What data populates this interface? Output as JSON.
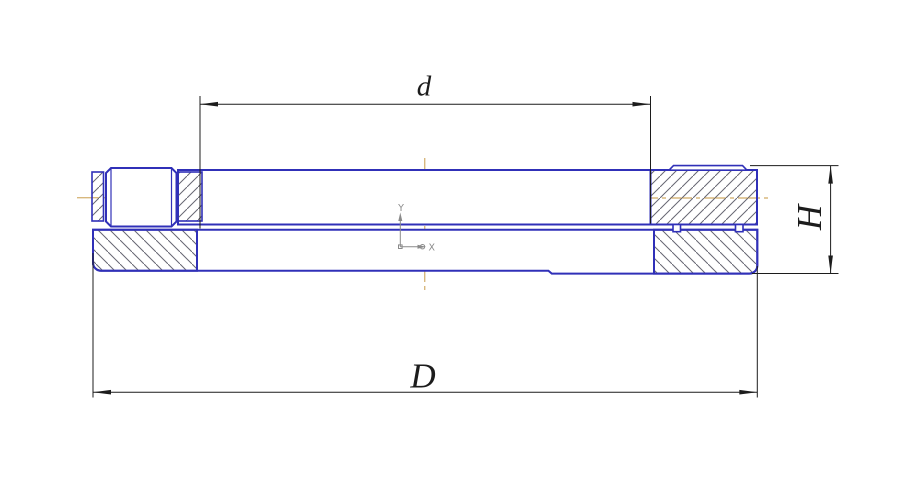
{
  "drawing": {
    "dimension_labels": {
      "bore": "d",
      "outer": "D",
      "height": "H"
    },
    "origin_axes": {
      "x": "X",
      "y": "Y"
    },
    "colors": {
      "part_outline": "#3030b8",
      "hatch_lines": "#666672",
      "centerline": "#d8b87e",
      "dimension_lines": "#1c1c1c",
      "origin_marker": "#8a8a8a",
      "background": "#ffffff"
    }
  }
}
